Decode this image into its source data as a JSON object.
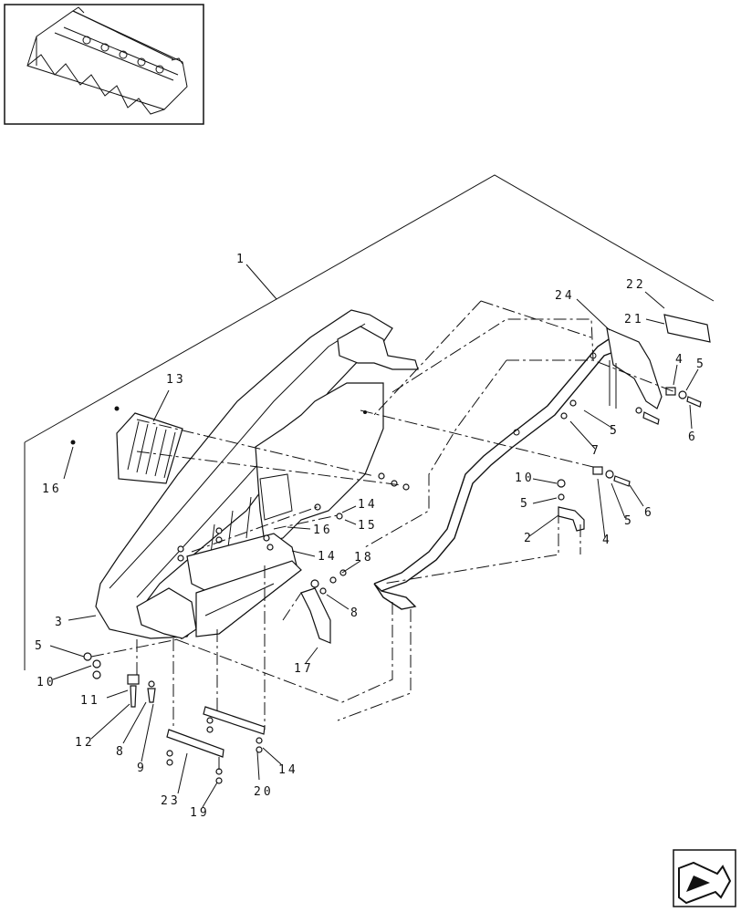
{
  "diagram": {
    "callouts": [
      {
        "id": "c1",
        "text": "1"
      },
      {
        "id": "c22",
        "text": "22"
      },
      {
        "id": "c24",
        "text": "24"
      },
      {
        "id": "c21",
        "text": "21"
      },
      {
        "id": "c13",
        "text": "13"
      },
      {
        "id": "c4a",
        "text": "4"
      },
      {
        "id": "c5a",
        "text": "5"
      },
      {
        "id": "c5b",
        "text": "5"
      },
      {
        "id": "c6a",
        "text": "6"
      },
      {
        "id": "c7",
        "text": "7"
      },
      {
        "id": "c16a",
        "text": "16"
      },
      {
        "id": "c10a",
        "text": "10"
      },
      {
        "id": "c5c",
        "text": "5"
      },
      {
        "id": "c6b",
        "text": "6"
      },
      {
        "id": "c5d",
        "text": "5"
      },
      {
        "id": "c2",
        "text": "2"
      },
      {
        "id": "c4b",
        "text": "4"
      },
      {
        "id": "c14a",
        "text": "14"
      },
      {
        "id": "c15",
        "text": "15"
      },
      {
        "id": "c16b",
        "text": "16"
      },
      {
        "id": "c14b",
        "text": "14"
      },
      {
        "id": "c18",
        "text": "18"
      },
      {
        "id": "c8a",
        "text": "8"
      },
      {
        "id": "c3",
        "text": "3"
      },
      {
        "id": "c5e",
        "text": "5"
      },
      {
        "id": "c10b",
        "text": "10"
      },
      {
        "id": "c17",
        "text": "17"
      },
      {
        "id": "c11",
        "text": "11"
      },
      {
        "id": "c12",
        "text": "12"
      },
      {
        "id": "c8b",
        "text": "8"
      },
      {
        "id": "c9",
        "text": "9"
      },
      {
        "id": "c14c",
        "text": "14"
      },
      {
        "id": "c20",
        "text": "20"
      },
      {
        "id": "c23",
        "text": "23"
      },
      {
        "id": "c19",
        "text": "19"
      }
    ],
    "icons": {
      "thumbnail": "corn-header-thumbnail-icon",
      "nav": "next-page-arrow-icon"
    }
  }
}
